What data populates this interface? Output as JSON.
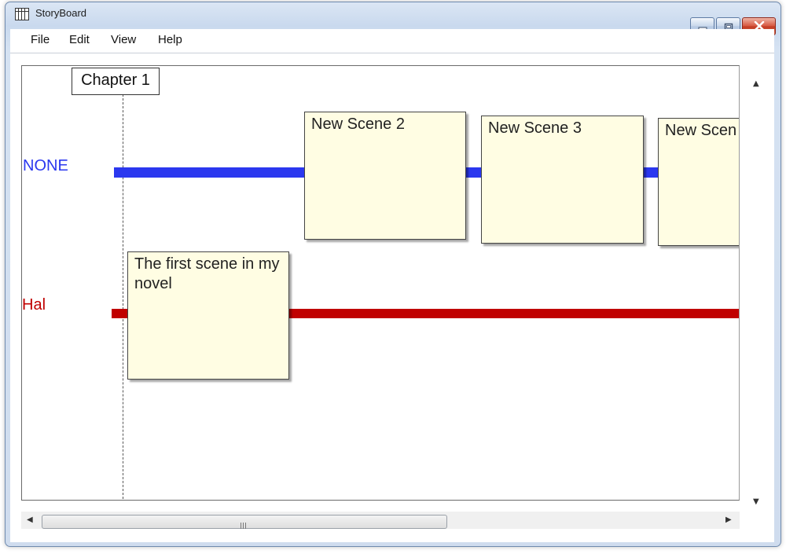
{
  "window": {
    "title": "StoryBoard"
  },
  "menu": {
    "file": "File",
    "edit": "Edit",
    "view": "View",
    "help": "Help"
  },
  "chapter": {
    "label": "Chapter 1"
  },
  "tracks": [
    {
      "name": "NONE",
      "color": "#2b38ef"
    },
    {
      "name": "Hal",
      "color": "#c00000"
    }
  ],
  "scenes": [
    {
      "title": "New Scene 2",
      "track": "NONE"
    },
    {
      "title": "New Scene 3",
      "track": "NONE"
    },
    {
      "title": "New Scen",
      "track": "NONE"
    },
    {
      "title": "The first scene in my novel",
      "track": "Hal"
    }
  ],
  "icons": {
    "app": "storyboard-grid-icon",
    "minimize": "minimize-icon",
    "maximize": "maximize-icon",
    "close": "close-icon",
    "scroll_thumb_grip": "grip-icon"
  },
  "colors": {
    "scene_fill": "#fffde3",
    "close_button": "#c94a31"
  }
}
